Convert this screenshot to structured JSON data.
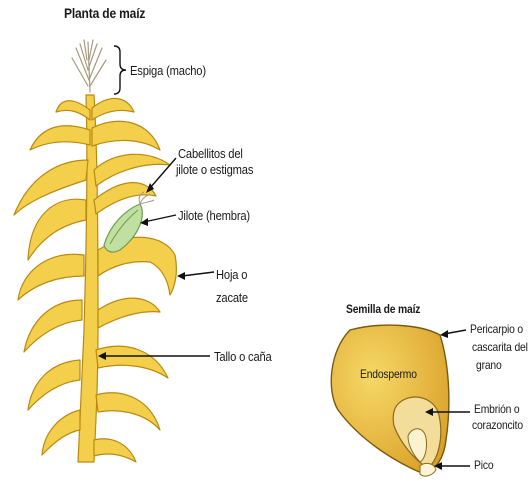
{
  "plant": {
    "title": "Planta de maíz",
    "labels": {
      "espiga": "Espiga (macho)",
      "cabellitos_1": "Cabellitos del",
      "cabellitos_2": "jilote o estigmas",
      "jilote": "Jilote (hembra)",
      "hoja_1": "Hoja o",
      "hoja_2": "zacate",
      "tallo": "Tallo o caña"
    }
  },
  "seed": {
    "title": "Semilla de maíz",
    "labels": {
      "endospermo": "Endospermo",
      "pericarpio_1": "Pericarpio o",
      "pericarpio_2": "cascarita del",
      "pericarpio_3": "grano",
      "embrion_1": "Embrión o",
      "embrion_2": "corazoncito",
      "pico": "Pico"
    }
  },
  "colors": {
    "leaf_fill": "#f4cf4c",
    "leaf_stroke": "#b98a12",
    "husk_fill": "#bfe0a0",
    "tassel": "#b8a98e",
    "seed_fill": "#e8b53a",
    "seed_light": "#f6dd8a",
    "embryo_fill": "#f7e7b0"
  }
}
